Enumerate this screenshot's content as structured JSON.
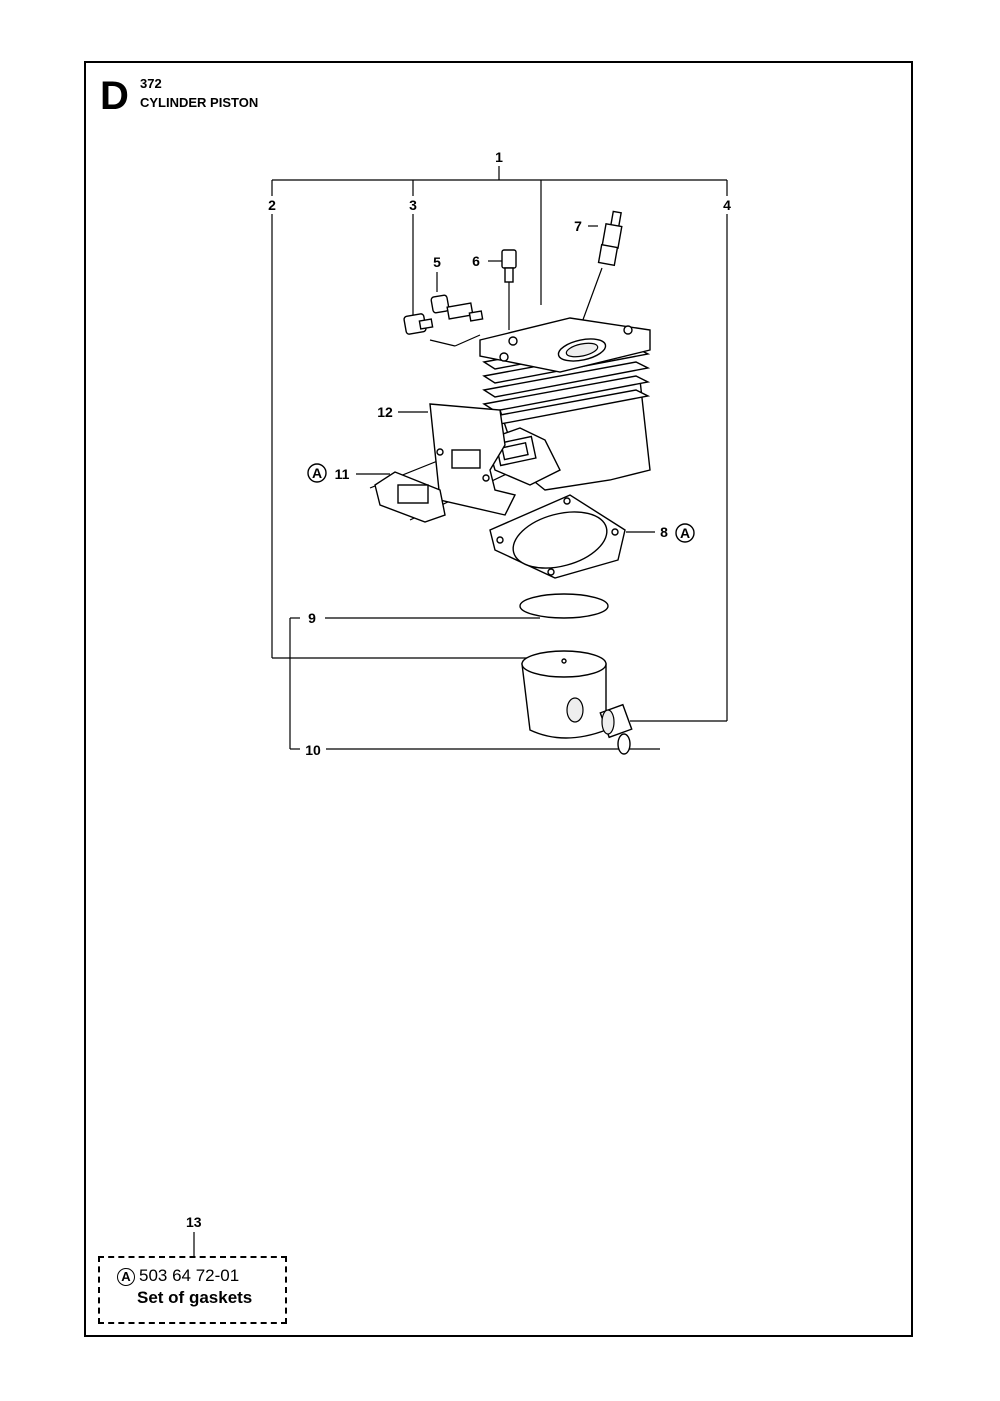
{
  "header": {
    "section_letter": "D",
    "model_number": "372",
    "section_title": "CYLINDER PISTON"
  },
  "callouts": {
    "c1": "1",
    "c2": "2",
    "c3": "3",
    "c4": "4",
    "c5": "5",
    "c6": "6",
    "c7": "7",
    "c8": "8",
    "c9": "9",
    "c10": "10",
    "c11": "11",
    "c12": "12"
  },
  "markers": {
    "kit_marker": "A"
  },
  "kit": {
    "callout": "13",
    "marker": "A",
    "part_number": "503 64 72-01",
    "description": "Set of gaskets"
  }
}
